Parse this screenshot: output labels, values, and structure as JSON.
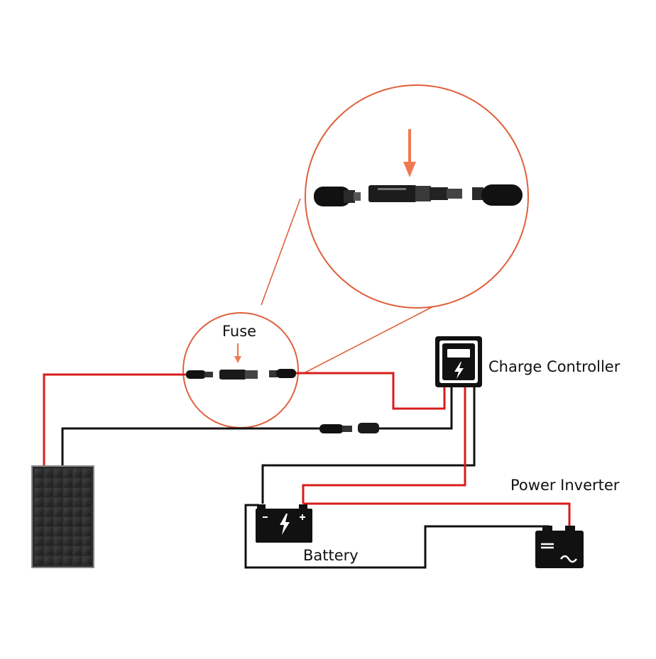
{
  "labels": {
    "fuse": "Fuse",
    "charge_controller": "Charge Controller",
    "power_inverter": "Power Inverter",
    "battery": "Battery"
  },
  "colors": {
    "positive_wire": "#d81c1c",
    "negative_wire": "#111111",
    "zoom_outline": "#e0603c",
    "arrow": "#ef7a52",
    "device": "#111111",
    "panel_cell": "#2b2b2b"
  },
  "icons": {
    "charge_controller": "lightning-bolt-icon",
    "battery": "lightning-bolt-icon",
    "battery_terminals": [
      "minus-sign",
      "plus-sign"
    ],
    "power_inverter": "ac-wave-icon"
  }
}
